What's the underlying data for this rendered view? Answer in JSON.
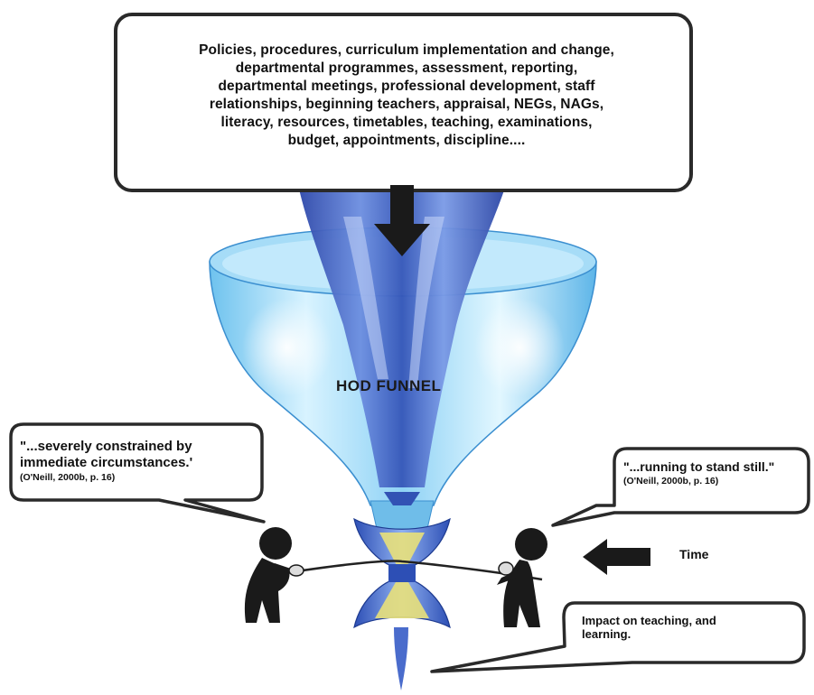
{
  "top_box": {
    "lines": [
      "Policies, procedures, curriculum implementation and change,",
      "departmental programmes, assessment, reporting,",
      "departmental meetings, professional development, staff",
      "relationships, beginning teachers, appraisal, NEGs, NAGs,",
      "literacy, resources, timetables, teaching, examinations,",
      "budget, appointments, discipline...."
    ]
  },
  "funnel": {
    "label": "HOD FUNNEL"
  },
  "left_quote": {
    "line1": "\"...severely constrained by",
    "line2": "immediate circumstances.'",
    "citation": "(O'Neill, 2000b, p. 16)"
  },
  "right_quote": {
    "text": "\"...running to stand still.\"",
    "citation": "(O'Neill, 2000b, p. 16)"
  },
  "time": {
    "label": "Time"
  },
  "impact": {
    "line1": "Impact on teaching, and",
    "line2": "learning."
  },
  "colors": {
    "funnel_light": "#bfe8ff",
    "funnel_mid": "#7fcaf2",
    "water_dark": "#2f4fb0",
    "water_mid": "#5b7fd8",
    "figure": "#1a1a1a",
    "hourglass_yellow": "#e8e07a"
  }
}
